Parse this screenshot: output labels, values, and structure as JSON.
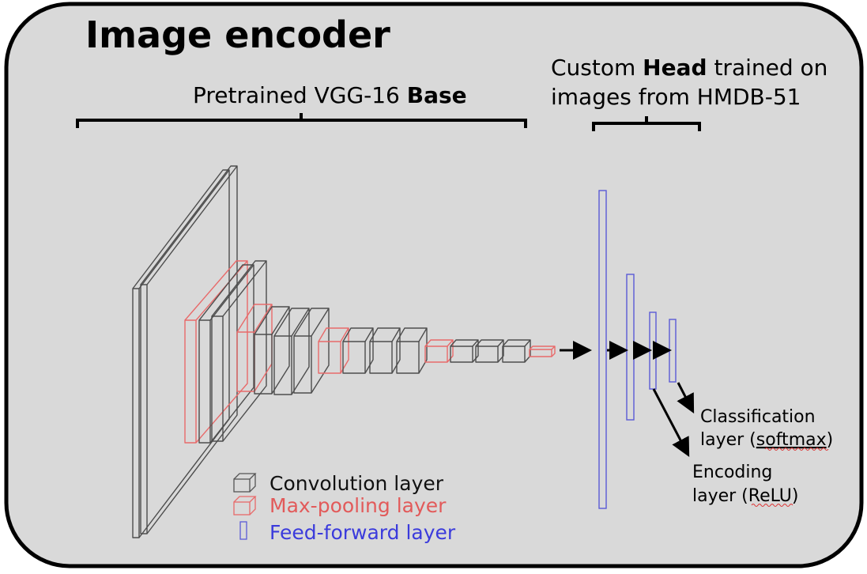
{
  "title": "Image encoder",
  "base_label": {
    "prefix": "Pretrained VGG-16 ",
    "bold": "Base"
  },
  "head_label": {
    "line1_prefix": "Custom ",
    "line1_bold": "Head",
    "line1_suffix": " trained on",
    "line2": "images from HMDB-51"
  },
  "legend": [
    {
      "label": "Convolution layer",
      "color": "#111111",
      "icon": "cube-icon"
    },
    {
      "label": "Max-pooling layer",
      "color": "#e25a5a",
      "icon": "cube-icon"
    },
    {
      "label": "Feed-forward layer",
      "color": "#3b3bdc",
      "icon": "bar-icon"
    }
  ],
  "outputs": {
    "classification": {
      "line1": "Classification",
      "line2_prefix": "layer (",
      "line2_squiggle": "softmax",
      "line2_suffix": ")"
    },
    "encoding": {
      "line1": "Encoding",
      "line2_prefix": "layer (",
      "line2_squiggle": "ReLU",
      "line2_suffix": ")"
    }
  },
  "colors": {
    "panel": "#d9d9d9",
    "conv": "#4d4d4d",
    "pool": "#e86a6a",
    "ff": "#5b5bd6",
    "arrow": "#000000"
  }
}
